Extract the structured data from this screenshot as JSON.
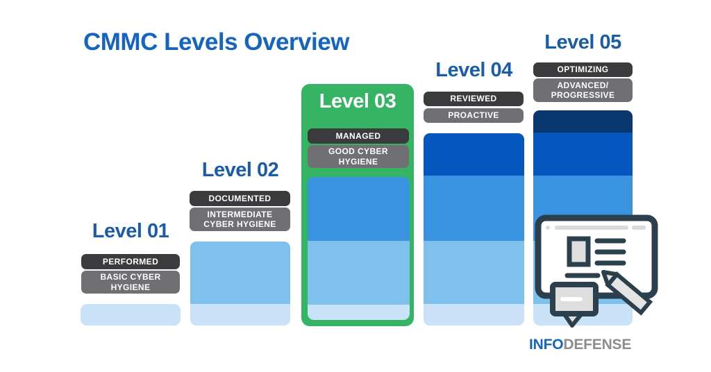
{
  "title": "CMMC Levels Overview",
  "levels": [
    {
      "name": "Level 01",
      "practice": "PERFORMED",
      "hygiene": "BASIC CYBER\nHYGIENE",
      "highlighted": false,
      "segments": [
        "pale_blue"
      ]
    },
    {
      "name": "Level 02",
      "practice": "DOCUMENTED",
      "hygiene": "INTERMEDIATE\nCYBER HYGIENE",
      "highlighted": false,
      "segments": [
        "light_blue",
        "pale_blue"
      ]
    },
    {
      "name": "Level 03",
      "practice": "MANAGED",
      "hygiene": "GOOD CYBER\nHYGIENE",
      "highlighted": true,
      "segments": [
        "bright_blue",
        "light_blue",
        "pale_blue"
      ]
    },
    {
      "name": "Level 04",
      "practice": "REVIEWED",
      "hygiene": "PROACTIVE",
      "highlighted": false,
      "segments": [
        "dark_blue",
        "bright_blue",
        "light_blue",
        "pale_blue"
      ]
    },
    {
      "name": "Level 05",
      "practice": "OPTIMIZING",
      "hygiene": "ADVANCED/\nPROGRESSIVE",
      "highlighted": false,
      "segments": [
        "navy",
        "dark_blue",
        "bright_blue",
        "light_blue",
        "pale_blue"
      ]
    }
  ],
  "logo": {
    "info": "INFO",
    "defense": "DEFENSE"
  },
  "icons": {
    "overlay": "certificate-pen-icon"
  },
  "colors": {
    "title_blue": "#1565c0",
    "level_title_blue": "#1a5ca8",
    "accent_green": "#35b563",
    "navy": "#09386f",
    "dark_blue": "#0556bd",
    "bright_blue": "#3a93e0",
    "light_blue": "#7fc0ec",
    "pale_blue": "#c9e2f8",
    "badge_dark": "#3b3b3d",
    "badge_gray": "#6f6f74",
    "logo_blue": "#1565c0",
    "logo_gray": "#8d8d8d",
    "icon_stroke": "#2b3f4c"
  },
  "chart_data": {
    "type": "bar",
    "title": "CMMC Levels Overview",
    "categories": [
      "Level 01",
      "Level 02",
      "Level 03",
      "Level 04",
      "Level 05"
    ],
    "series": [
      {
        "name": "pale_blue",
        "values": [
          1,
          1,
          1,
          1,
          1
        ]
      },
      {
        "name": "light_blue",
        "values": [
          0,
          1,
          1,
          1,
          1
        ]
      },
      {
        "name": "bright_blue",
        "values": [
          0,
          0,
          1,
          1,
          1
        ]
      },
      {
        "name": "dark_blue",
        "values": [
          0,
          0,
          0,
          1,
          1
        ]
      },
      {
        "name": "navy",
        "values": [
          0,
          0,
          0,
          0,
          1
        ]
      }
    ],
    "highlighted_category": "Level 03",
    "legend": "none",
    "grid": false
  }
}
